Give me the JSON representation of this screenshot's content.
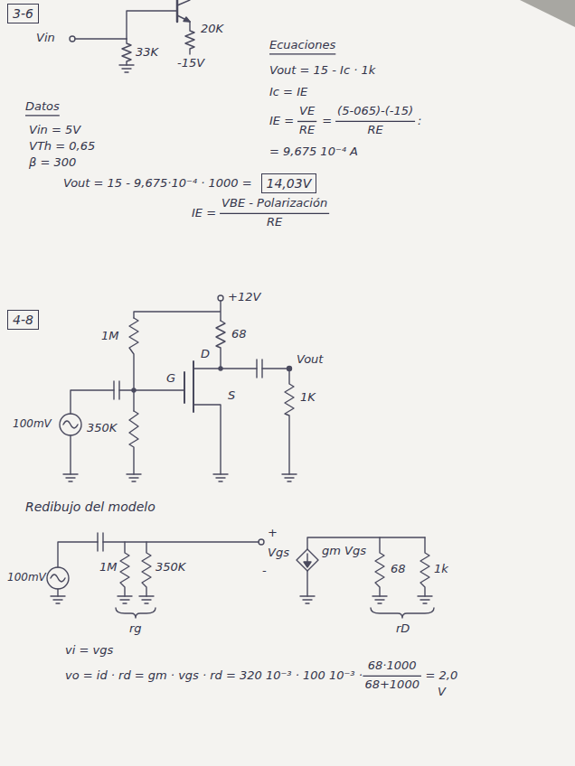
{
  "diagram": {
    "nodes": [
      {
        "text": [
          "3-6"
        ]
      },
      {
        "text": [
          "14,03V"
        ]
      },
      {
        "text": [
          "4-8"
        ]
      }
    ],
    "labels": [
      "Vin",
      "33K",
      "20K",
      "-15V",
      "Ecuaciones",
      "Datos",
      "Vin = 5V",
      "VTh = 0,65",
      "β = 300",
      "Vout = 15 - Ic · 1k",
      "Ic = IE",
      "IE =",
      "VE",
      "RE",
      "=",
      "(5-065)-(-15)",
      "RE",
      ":",
      "= 9,675 10⁻⁴ A",
      "Vout = 15 - 9,675·10⁻⁴ · 1000 =",
      "IE =",
      "VBE - Polarización",
      "RE",
      "+12V",
      "1M",
      "68",
      "Vout",
      "D",
      "G",
      "S",
      "1K",
      "350K",
      "100mV",
      "Redibujo del modelo",
      "100mV",
      "1M",
      "350K",
      "+",
      "Vgs",
      "-",
      "gm Vgs",
      "68",
      "1k",
      "rg",
      "rD",
      "vi = vgs",
      "vo = id · rd = gm · vgs · rd = 320 10⁻³ · 100 10⁻³ ·",
      "68·1000",
      "68+1000",
      "= 2,0",
      "V"
    ]
  }
}
